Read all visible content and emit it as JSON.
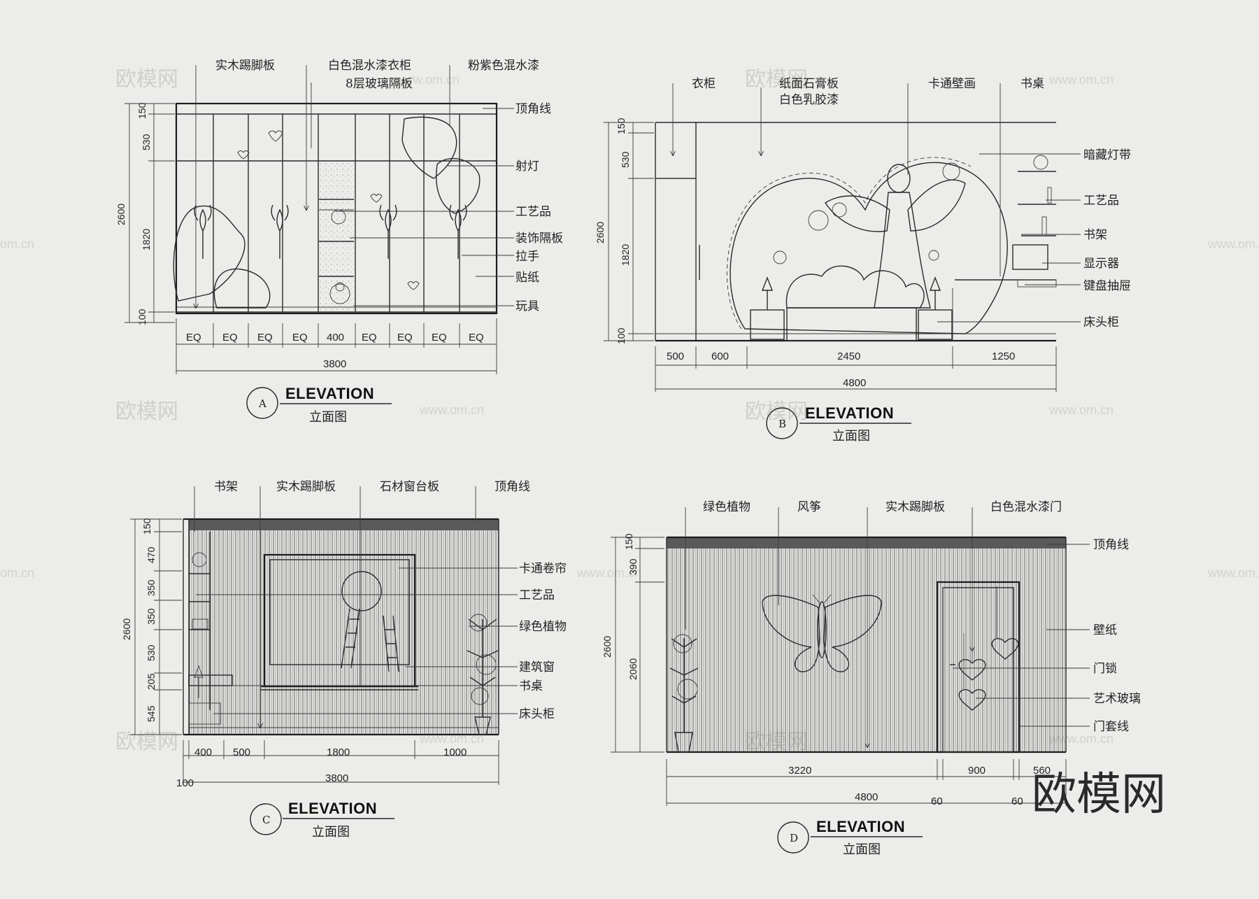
{
  "watermark": {
    "brand": "欧模网",
    "url": "www.om.cn",
    "url_short": "om.cn"
  },
  "logo": {
    "text": "欧模网"
  },
  "elevations": [
    {
      "id": "A",
      "circle": "A",
      "title": "ELEVATION",
      "subtitle": "立面图",
      "top_labels": [
        "实木踢脚板",
        "白色混水漆衣柜",
        "8层玻璃隔板",
        "粉紫色混水漆"
      ],
      "right_labels": [
        "顶角线",
        "射灯",
        "工艺品",
        "装饰隔板",
        "拉手",
        "贴纸",
        "玩具"
      ],
      "dims_bottom": [
        "EQ",
        "EQ",
        "EQ",
        "EQ",
        "400",
        "EQ",
        "EQ",
        "EQ",
        "EQ"
      ],
      "dim_total": "3800",
      "dims_left": [
        "150",
        "530",
        "1820",
        "100"
      ],
      "dim_height": "2600"
    },
    {
      "id": "B",
      "circle": "B",
      "title": "ELEVATION",
      "subtitle": "立面图",
      "top_labels": [
        "衣柜",
        "纸面石膏板",
        "白色乳胶漆",
        "卡通壁画",
        "书桌"
      ],
      "right_labels": [
        "暗藏灯带",
        "工艺品",
        "书架",
        "显示器",
        "键盘抽屉",
        "床头柜"
      ],
      "dims_bottom": [
        "500",
        "600",
        "2450",
        "1250"
      ],
      "dim_total": "4800",
      "dims_left": [
        "150",
        "530",
        "1820",
        "100"
      ],
      "dim_height": "2600"
    },
    {
      "id": "C",
      "circle": "C",
      "title": "ELEVATION",
      "subtitle": "立面图",
      "top_labels": [
        "书架",
        "实木踢脚板",
        "石材窗台板",
        "顶角线"
      ],
      "right_labels": [
        "卡通卷帘",
        "工艺品",
        "绿色植物",
        "建筑窗",
        "书桌",
        "床头柜"
      ],
      "dims_bottom": [
        "400",
        "500",
        "1800",
        "1000"
      ],
      "dim_total": "3800",
      "dim_small": "100",
      "dims_left": [
        "150",
        "470",
        "350",
        "350",
        "530",
        "205",
        "545"
      ],
      "dim_height": "2600"
    },
    {
      "id": "D",
      "circle": "D",
      "title": "ELEVATION",
      "subtitle": "立面图",
      "top_labels": [
        "绿色植物",
        "风筝",
        "实木踢脚板",
        "白色混水漆门"
      ],
      "right_labels": [
        "顶角线",
        "壁纸",
        "门锁",
        "艺术玻璃",
        "门套线"
      ],
      "dims_bottom": [
        "3220",
        "900",
        "560"
      ],
      "dim_total": "4800",
      "dims_extra": [
        "60",
        "60"
      ],
      "dims_left": [
        "150",
        "390",
        "2060"
      ],
      "dim_height": "2600"
    }
  ]
}
